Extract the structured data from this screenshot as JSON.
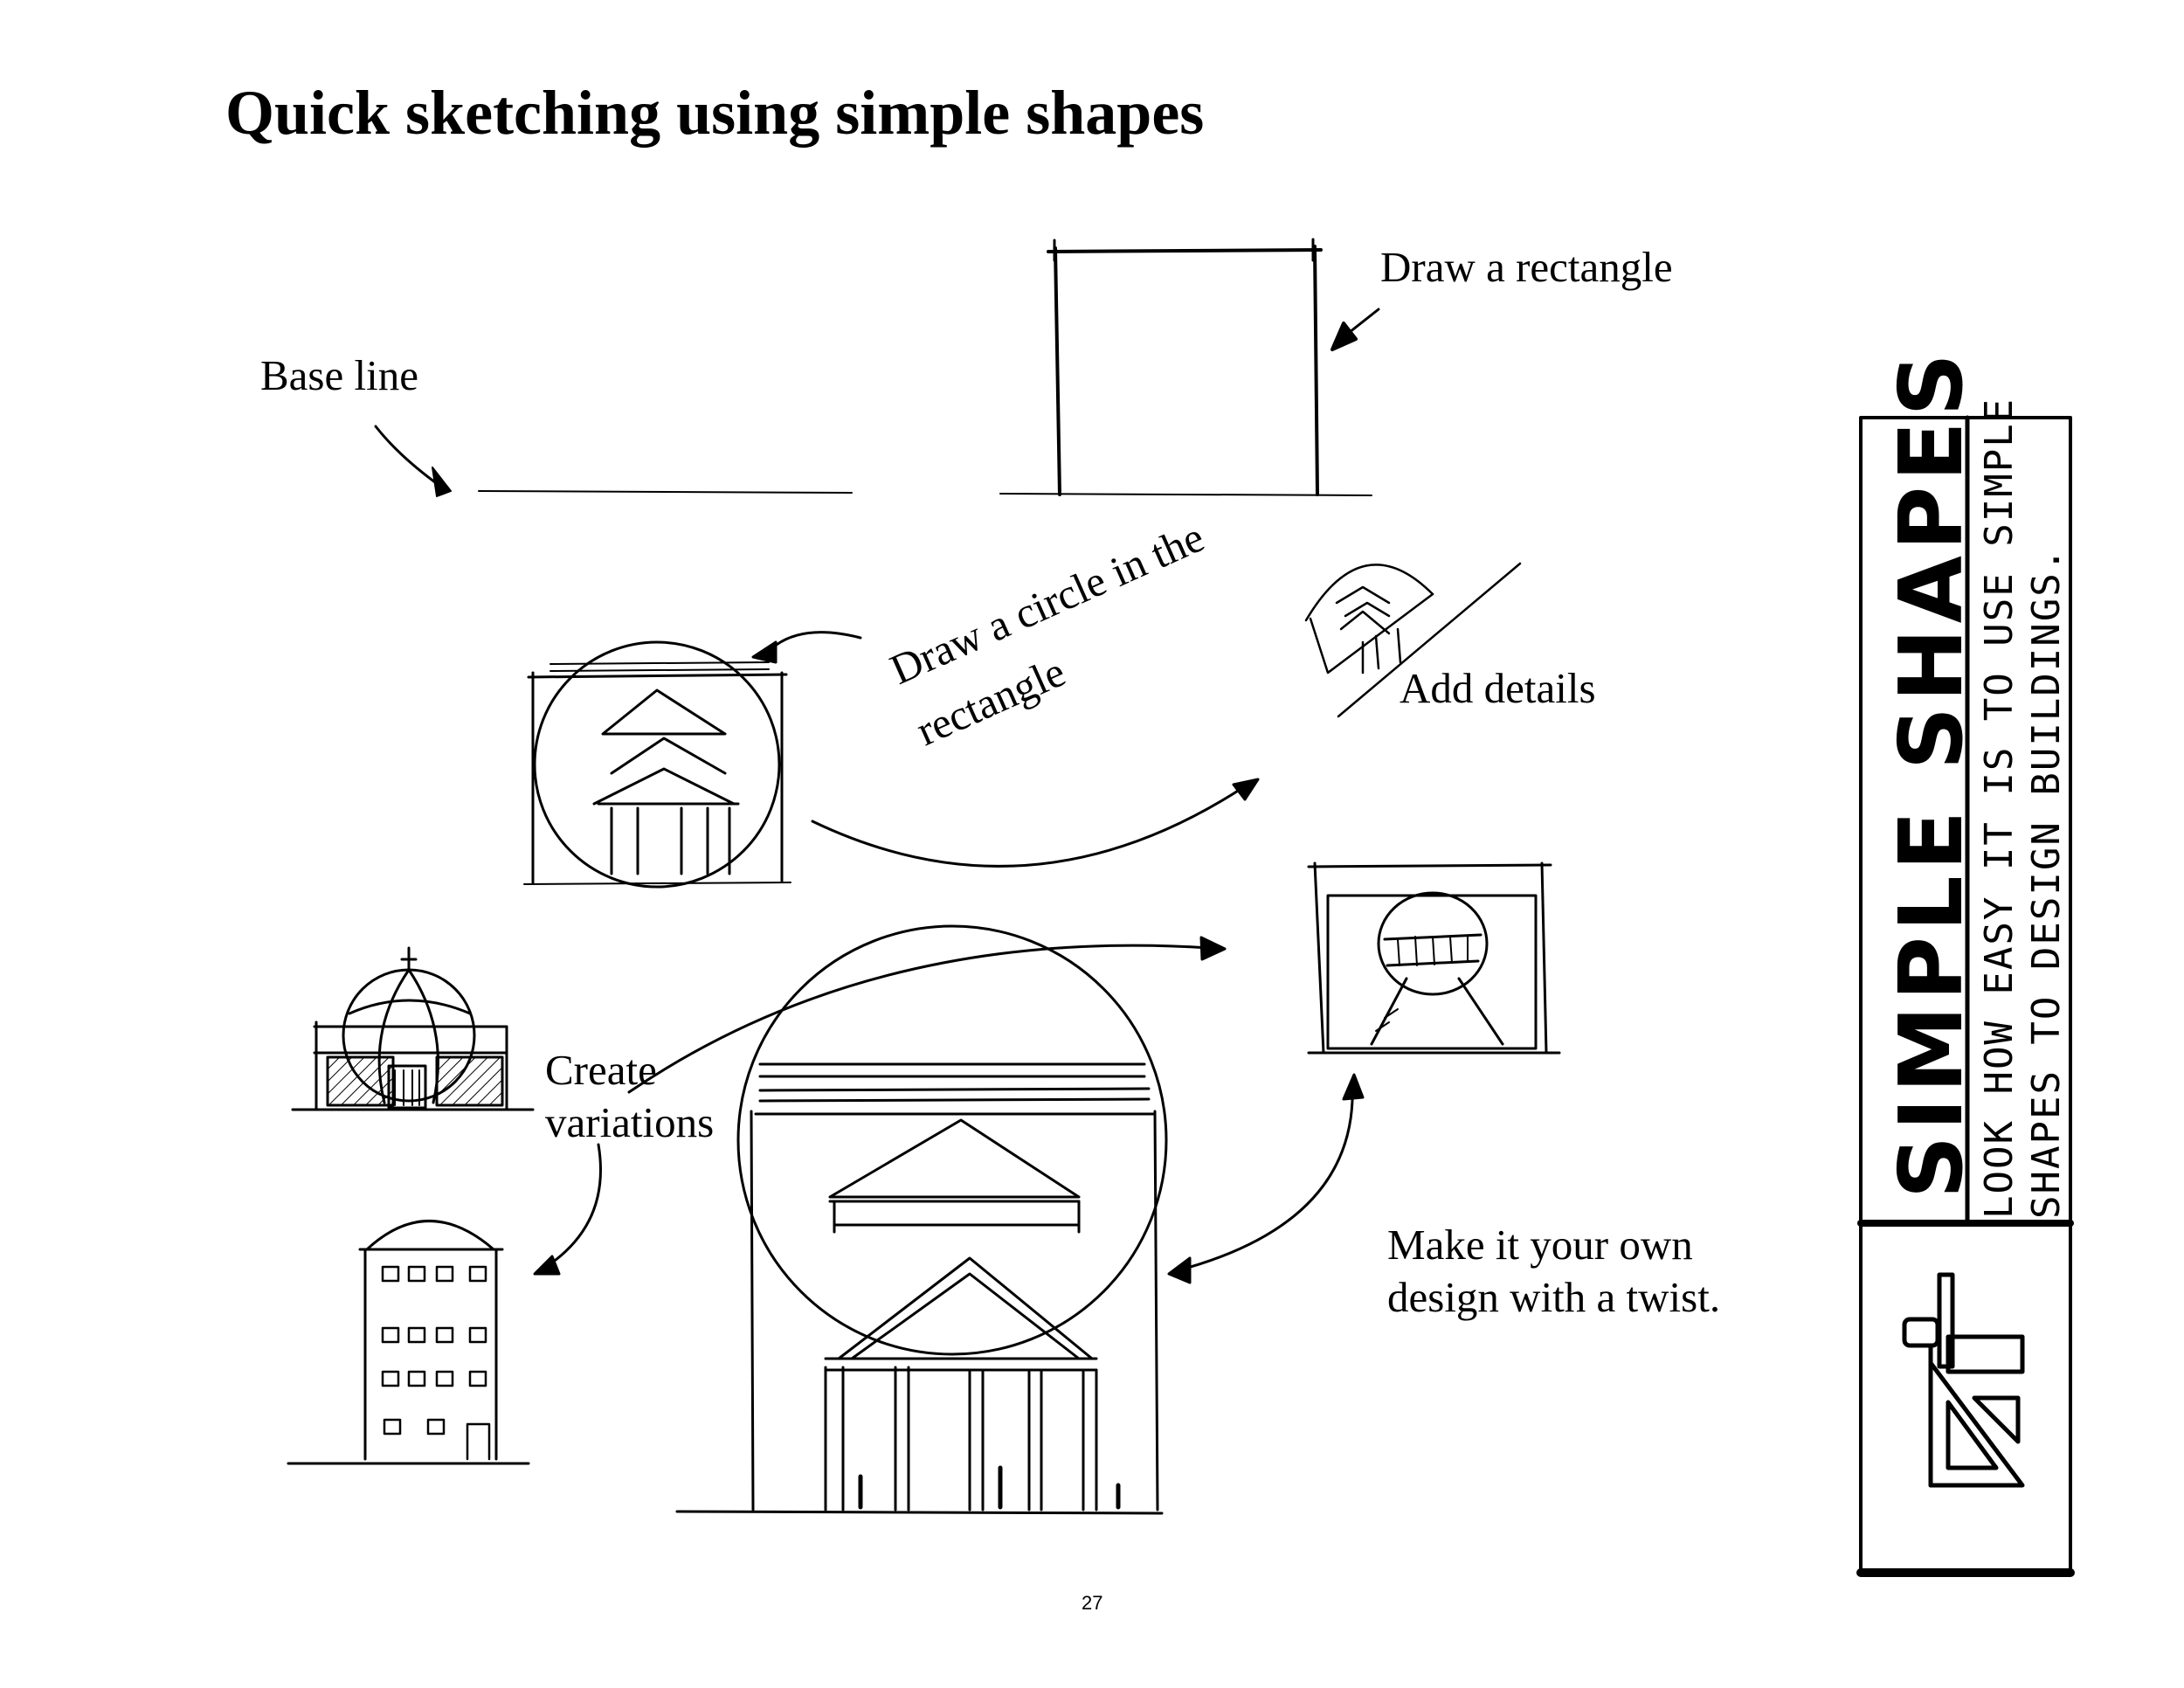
{
  "page": {
    "title": "Quick sketching using simple shapes",
    "page_number": "27"
  },
  "captions": {
    "base_line": "Base line",
    "draw_rectangle": "Draw a rectangle",
    "draw_circle_1": "Draw a circle in the",
    "draw_circle_2": "rectangle",
    "add_details": "Add details",
    "create_variations_1": "Create",
    "create_variations_2": "variations",
    "make_own_1": "Make it your own",
    "make_own_2": "design with a twist."
  },
  "sidebar": {
    "title": "SIMPLE SHAPES",
    "subtitle_1": "LOOK HOW EASY IT IS TO USE SIMPLE",
    "subtitle_2": "SHAPES TO DESIGN BUILDINGS.",
    "logo_icon": "t-square-and-triangle-icon"
  },
  "colors": {
    "ink": "#000000",
    "paper": "#ffffff"
  }
}
